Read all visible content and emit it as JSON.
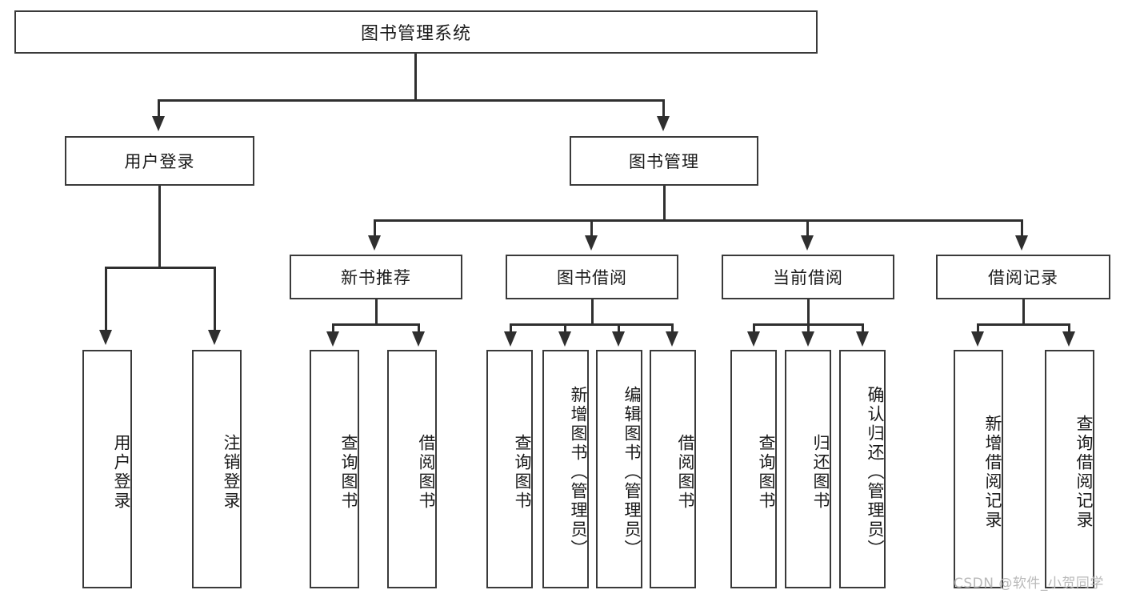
{
  "diagram": {
    "title": "图书管理系统",
    "type": "hierarchy-tree",
    "root": {
      "id": "root",
      "label": "图书管理系统"
    },
    "level2": [
      {
        "id": "user-login",
        "label": "用户登录"
      },
      {
        "id": "book-management",
        "label": "图书管理"
      }
    ],
    "level3": [
      {
        "id": "new-book-recommend",
        "label": "新书推荐"
      },
      {
        "id": "book-borrow",
        "label": "图书借阅"
      },
      {
        "id": "current-borrow",
        "label": "当前借阅"
      },
      {
        "id": "borrow-record",
        "label": "借阅记录"
      }
    ],
    "leaves": {
      "user_login": [
        {
          "id": "leaf-user-login",
          "label": "用户登录"
        },
        {
          "id": "leaf-logout",
          "label": "注销登录"
        }
      ],
      "new_book_recommend": [
        {
          "id": "leaf-query-book-1",
          "label": "查询图书"
        },
        {
          "id": "leaf-borrow-book-1",
          "label": "借阅图书"
        }
      ],
      "book_borrow": [
        {
          "id": "leaf-query-book-2",
          "label": "查询图书"
        },
        {
          "id": "leaf-add-book",
          "label": "新增图书（管理员）"
        },
        {
          "id": "leaf-edit-book",
          "label": "编辑图书（管理员）"
        },
        {
          "id": "leaf-borrow-book-2",
          "label": "借阅图书"
        }
      ],
      "current_borrow": [
        {
          "id": "leaf-query-book-3",
          "label": "查询图书"
        },
        {
          "id": "leaf-return-book",
          "label": "归还图书"
        },
        {
          "id": "leaf-confirm-return",
          "label": "确认归还（管理员）"
        }
      ],
      "borrow_record": [
        {
          "id": "leaf-add-record",
          "label": "新增借阅记录"
        },
        {
          "id": "leaf-query-record",
          "label": "查询借阅记录"
        }
      ]
    }
  },
  "watermark": {
    "text": "CSDN @软件_小贺同学"
  },
  "colors": {
    "box_border": "#3a3a3a",
    "connector": "#2f2f2f",
    "text": "#1a1a1a",
    "background": "#ffffff",
    "watermark": "#b9b9b9"
  }
}
